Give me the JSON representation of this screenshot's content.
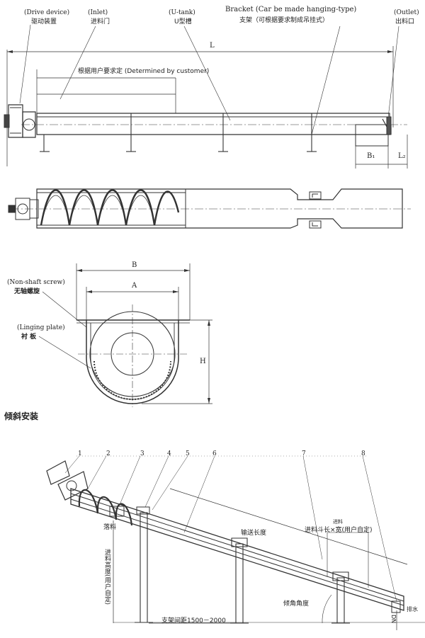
{
  "top_view": {
    "drive_device_en": "(Drive device)",
    "drive_device_cn": "驱动装置",
    "inlet_en": "(Inlet)",
    "inlet_cn": "进料门",
    "u_tank_en": "(U-tank)",
    "u_tank_cn": "U型槽",
    "bracket_en": "Bracket (Car be made hanging-type)",
    "bracket_cn": "支架（可根据要求制成吊挂式）",
    "outlet_en": "(Outlet)",
    "outlet_cn": "出料口",
    "length_L": "L",
    "customer_note": "根据用户要求定 (Determined by customer)",
    "dim_B1": "B₁",
    "dim_L2": "L₂"
  },
  "cross_section": {
    "dim_B": "B",
    "dim_A": "A",
    "dim_H": "H",
    "screw_en": "(Non-shaft screw)",
    "screw_cn": "无轴螺旋",
    "liner_en": "(Linging plate)",
    "liner_cn": "衬 板"
  },
  "inclined": {
    "section_title": "倾斜安装",
    "part_numbers": [
      "1",
      "2",
      "3",
      "4",
      "5",
      "6",
      "7",
      "8"
    ],
    "feed_label": "落料",
    "conveying_length": "输送长度",
    "inlet_small": "进料",
    "inlet_size": "进料斗长×宽(用户自定)",
    "feed_height": "进料高度(用户自定)",
    "tilt_angle": "倾角角度",
    "support_spacing": "支架间距1500－2000",
    "drain": "排水",
    "dn_label": "DN"
  }
}
